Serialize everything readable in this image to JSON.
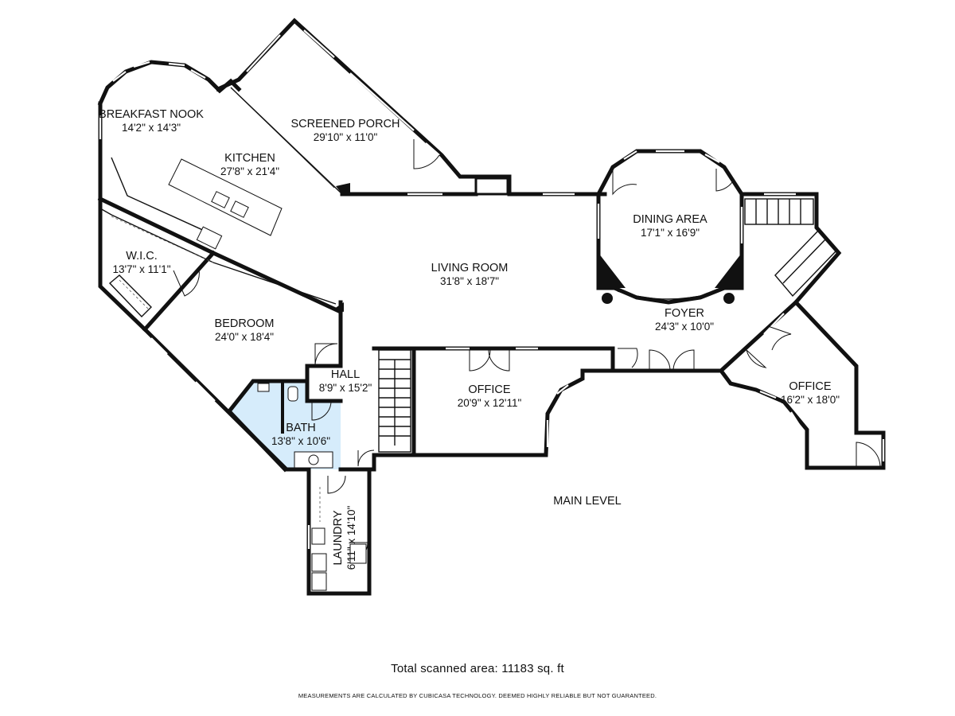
{
  "colors": {
    "wall": "#111111",
    "bath_fill": "#d6ecfb",
    "background": "#ffffff"
  },
  "rooms": {
    "breakfast_nook": {
      "name": "BREAKFAST NOOK",
      "dims": "14'2\" x 14'3\""
    },
    "screened_porch": {
      "name": "SCREENED PORCH",
      "dims": "29'10\" x 11'0\""
    },
    "kitchen": {
      "name": "KITCHEN",
      "dims": "27'8\" x 21'4\""
    },
    "dining_area": {
      "name": "DINING AREA",
      "dims": "17'1\" x 16'9\""
    },
    "wic": {
      "name": "W.I.C.",
      "dims": "13'7\" x 11'1\""
    },
    "living_room": {
      "name": "LIVING ROOM",
      "dims": "31'8\" x 18'7\""
    },
    "foyer": {
      "name": "FOYER",
      "dims": "24'3\" x 10'0\""
    },
    "bedroom": {
      "name": "BEDROOM",
      "dims": "24'0\" x 18'4\""
    },
    "hall": {
      "name": "HALL",
      "dims": "8'9\" x 15'2\""
    },
    "office_center": {
      "name": "OFFICE",
      "dims": "20'9\" x 12'11\""
    },
    "office_right": {
      "name": "OFFICE",
      "dims": "16'2\" x 18'0\""
    },
    "bath": {
      "name": "BATH",
      "dims": "13'8\" x 10'6\""
    },
    "laundry": {
      "name": "LAUNDRY",
      "dims": "6'11\" x 14'10\""
    }
  },
  "level_label": "MAIN LEVEL",
  "footer": {
    "total_area": "Total scanned area: 11183 sq. ft",
    "disclaimer": "MEASUREMENTS ARE CALCULATED BY CUBICASA TECHNOLOGY. DEEMED HIGHLY RELIABLE BUT NOT GUARANTEED."
  }
}
